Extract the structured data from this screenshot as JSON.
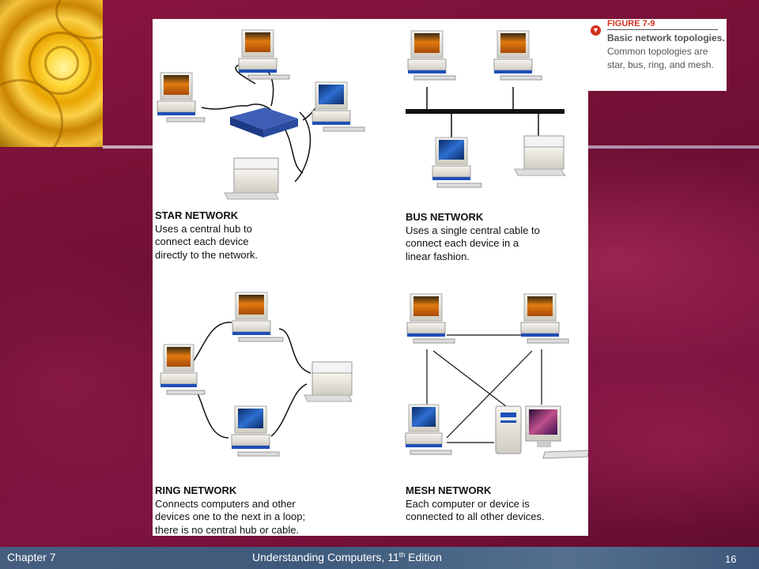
{
  "figure_label": {
    "number": "FIGURE 7-9",
    "title": "Basic network topologies.",
    "description": "Common topologies are star, bus, ring, and mesh."
  },
  "diagrams": {
    "star": {
      "title": "STAR NETWORK",
      "description": "Uses a central hub to\nconnect each device\ndirectly to the network."
    },
    "bus": {
      "title": "BUS NETWORK",
      "description": "Uses a single central cable to\nconnect each device in a\nlinear fashion."
    },
    "ring": {
      "title": "RING NETWORK",
      "description": "Connects computers and other\ndevices one to the next in a loop;\nthere is no central hub or cable."
    },
    "mesh": {
      "title": "MESH NETWORK",
      "description": "Each computer or device is\nconnected to all other devices."
    }
  },
  "footer": {
    "chapter": "Chapter 7",
    "title_main": "Understanding Computers, 11",
    "title_sup": "th",
    "title_end": " Edition",
    "page": "16"
  },
  "colors": {
    "background": "#7a1238",
    "footer": "#475e7e",
    "figure_accent": "#d2321e"
  }
}
